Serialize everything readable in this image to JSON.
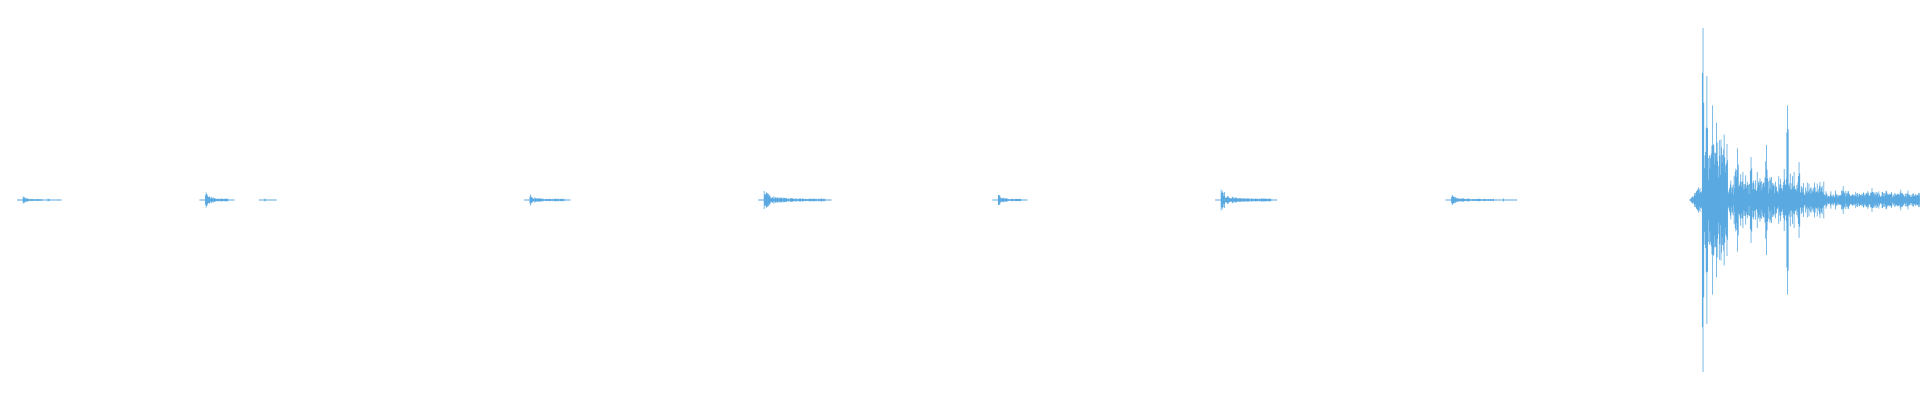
{
  "waveform": {
    "color": "#5aa9e0",
    "background": "#ffffff",
    "amplitude_scale": "linear",
    "events": [
      {
        "time_fraction": 0.012,
        "duration_fraction": 0.01,
        "peak": 0.02,
        "tail": 0.01
      },
      {
        "time_fraction": 0.025,
        "duration_fraction": 0.004,
        "peak": 0.01,
        "tail": 0.005
      },
      {
        "time_fraction": 0.107,
        "duration_fraction": 0.012,
        "peak": 0.06,
        "tail": 0.015
      },
      {
        "time_fraction": 0.138,
        "duration_fraction": 0.003,
        "peak": 0.01,
        "tail": 0.005
      },
      {
        "time_fraction": 0.276,
        "duration_fraction": 0.018,
        "peak": 0.03,
        "tail": 0.012
      },
      {
        "time_fraction": 0.398,
        "duration_fraction": 0.032,
        "peak": 0.05,
        "tail": 0.015
      },
      {
        "time_fraction": 0.52,
        "duration_fraction": 0.012,
        "peak": 0.03,
        "tail": 0.012
      },
      {
        "time_fraction": 0.636,
        "duration_fraction": 0.026,
        "peak": 0.06,
        "tail": 0.015
      },
      {
        "time_fraction": 0.756,
        "duration_fraction": 0.022,
        "peak": 0.025,
        "tail": 0.012
      },
      {
        "time_fraction": 0.783,
        "duration_fraction": 0.004,
        "peak": 0.01,
        "tail": 0.005
      },
      {
        "time_fraction": 0.887,
        "duration_fraction": 0.113,
        "peak": 1.0,
        "tail": 0.08
      }
    ],
    "burst": {
      "spikes": [
        {
          "time_fraction": 0.887,
          "peak": 1.0
        },
        {
          "time_fraction": 0.889,
          "peak": 0.72
        },
        {
          "time_fraction": 0.892,
          "peak": 0.55
        },
        {
          "time_fraction": 0.894,
          "peak": 0.45
        },
        {
          "time_fraction": 0.898,
          "peak": 0.38
        },
        {
          "time_fraction": 0.905,
          "peak": 0.3
        },
        {
          "time_fraction": 0.912,
          "peak": 0.25
        },
        {
          "time_fraction": 0.92,
          "peak": 0.32
        },
        {
          "time_fraction": 0.931,
          "peak": 0.55
        },
        {
          "time_fraction": 0.937,
          "peak": 0.22
        },
        {
          "time_fraction": 0.945,
          "peak": 0.1
        },
        {
          "time_fraction": 0.96,
          "peak": 0.08
        },
        {
          "time_fraction": 0.975,
          "peak": 0.07
        },
        {
          "time_fraction": 0.99,
          "peak": 0.06
        }
      ]
    }
  }
}
